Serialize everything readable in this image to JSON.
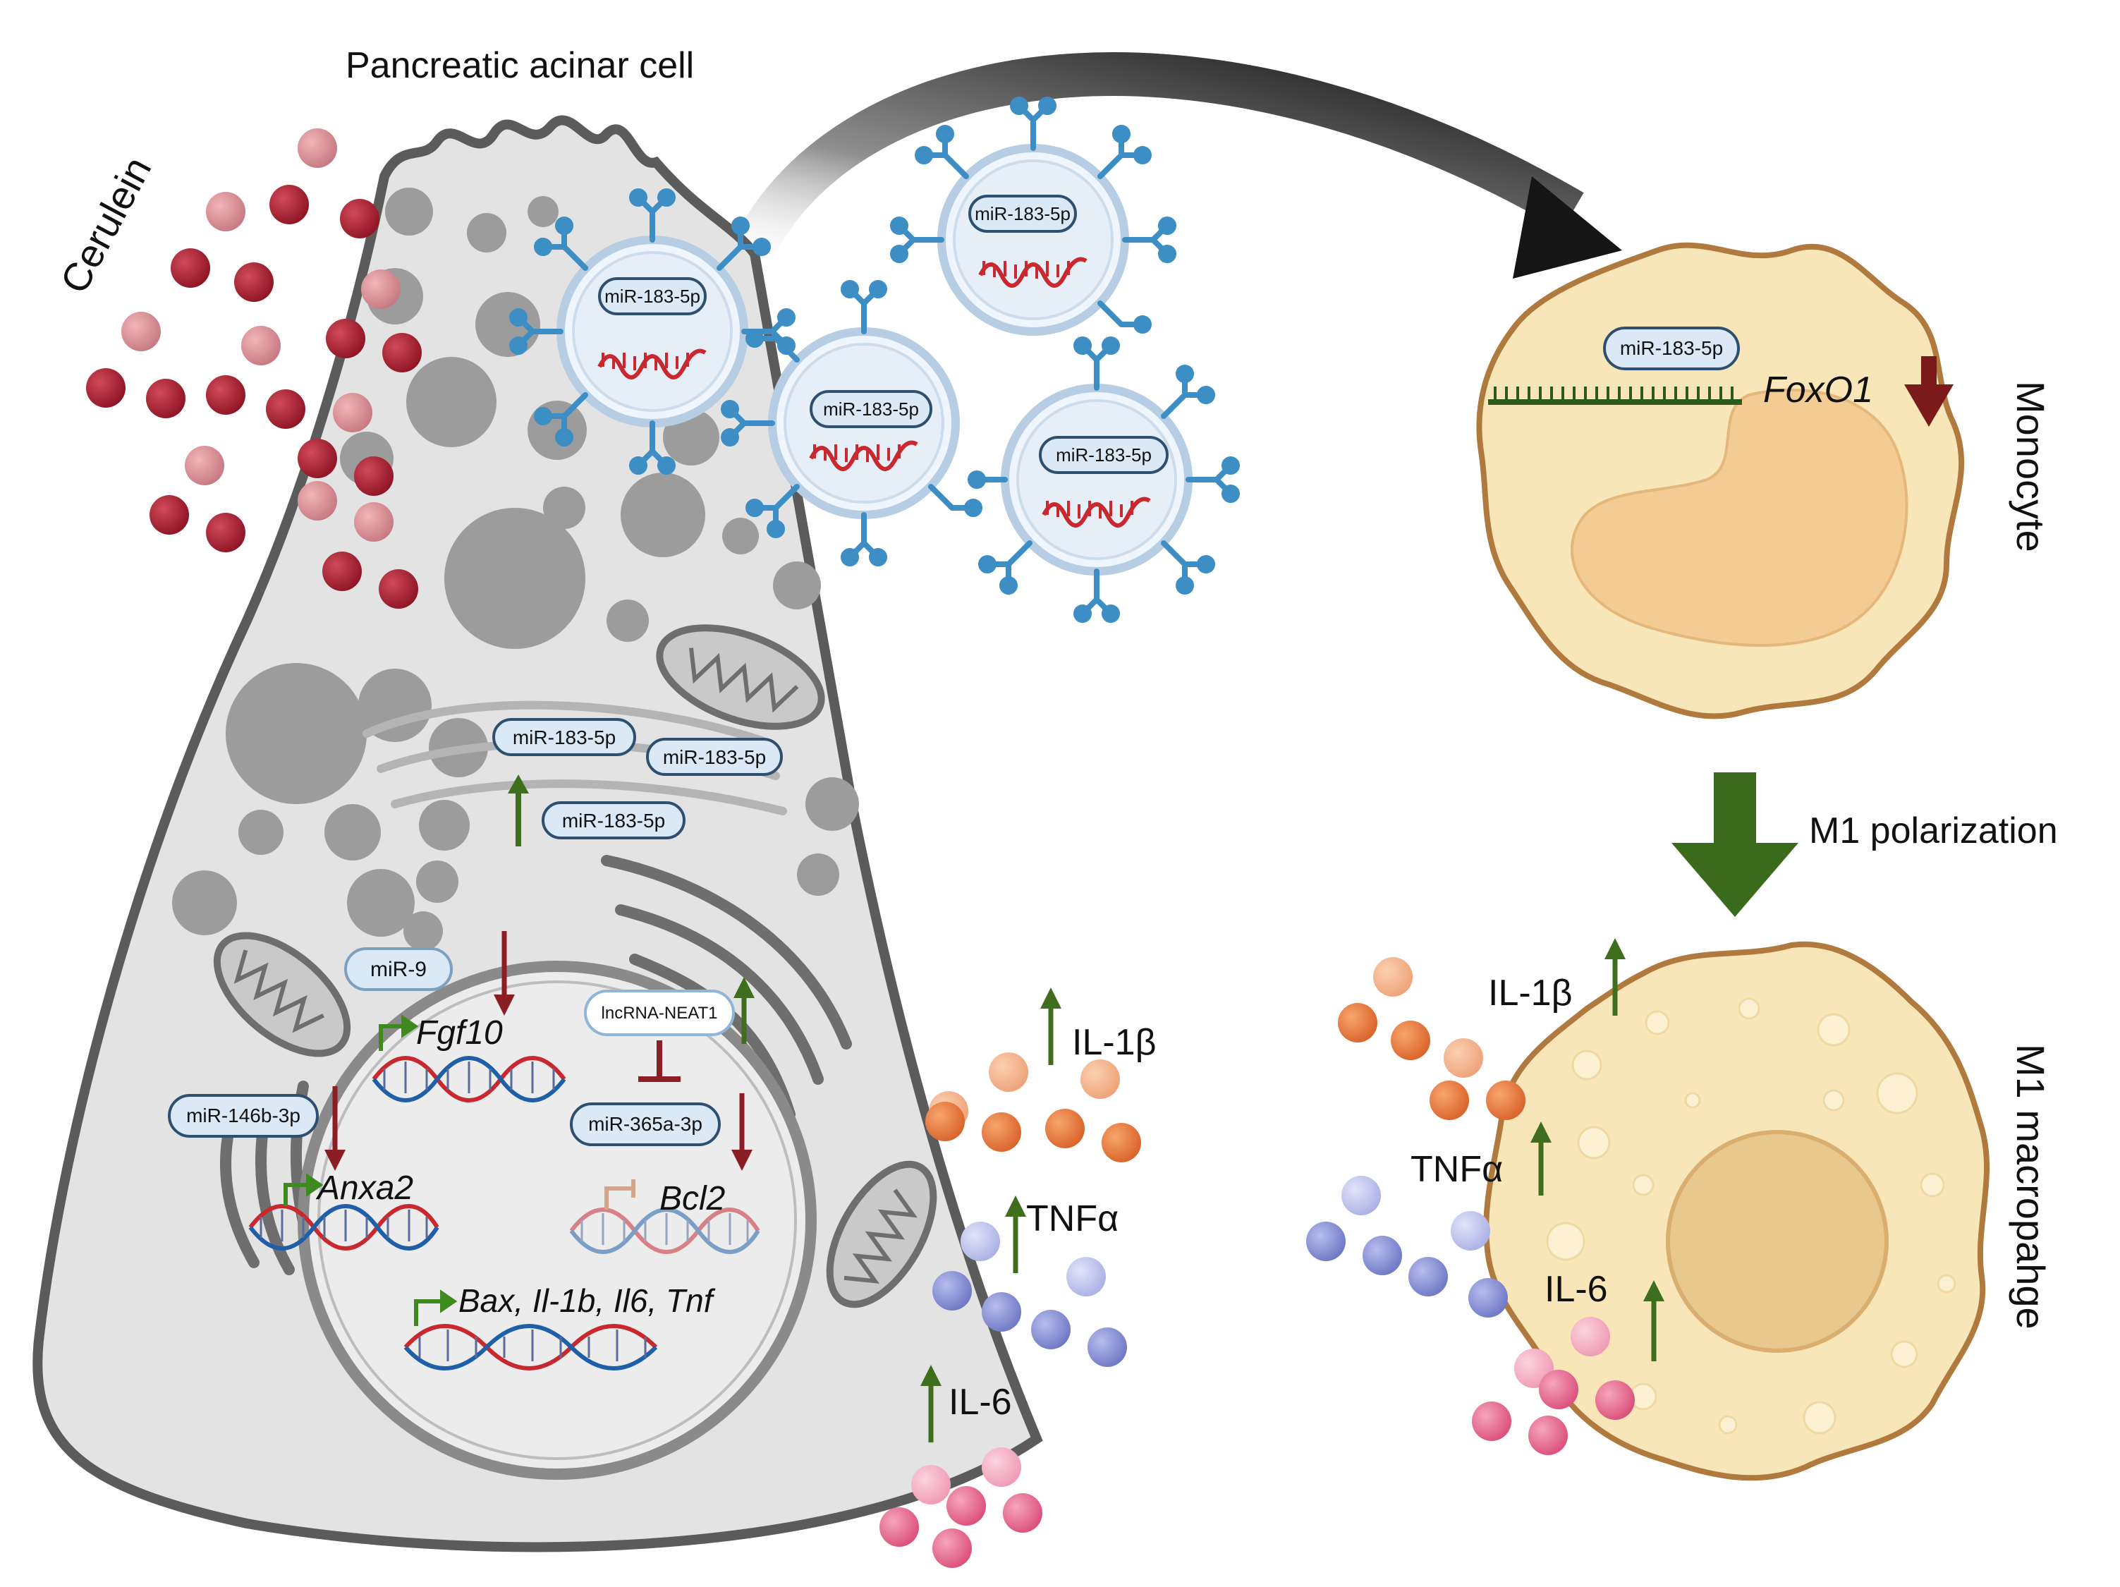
{
  "title": "Pancreatic acinar cell",
  "stimulus": "Cerulein",
  "colors": {
    "cerulein_dark": "#9b1b2a",
    "cerulein_light": "#d98a90",
    "il1b_orange": "#e8793a",
    "tnfa_blue": "#8e98d8",
    "il6_pink": "#e86a8f",
    "up_arrow": "#3f6e1f",
    "down_arrow": "#8b1e24",
    "pill_fill": "#dbe9f6",
    "pill_stroke": "#2e4f70",
    "cell_fill": "#e3e3e3",
    "cell_stroke": "#5b5b5b",
    "macrophage_fill": "#f8e6b8",
    "macrophage_stroke": "#b07a3f",
    "nucleus_fill": "#e9c88e",
    "big_arrow": "#222222",
    "m1_arrow": "#3a6a1c"
  },
  "exosomes": [
    {
      "label": "miR-183-5p"
    },
    {
      "label": "miR-183-5p"
    },
    {
      "label": "miR-183-5p"
    },
    {
      "label": "miR-183-5p"
    }
  ],
  "intracellular_mirna": [
    {
      "label": "miR-183-5p"
    },
    {
      "label": "miR-183-5p"
    },
    {
      "label": "miR-183-5p"
    }
  ],
  "nucleus": {
    "mir9": "miR-9",
    "fgf10": "Fgf10",
    "lncrna": "lncRNA-NEAT1",
    "mir365": "miR-365a-3p",
    "bcl2": "Bcl2",
    "mir146": "miR-146b-3p",
    "anxa2": "Anxa2",
    "genes": "Bax, Il-1b, Il6, Tnf"
  },
  "cytokines_acinar": {
    "il1b": "IL-1β",
    "tnfa": "TNFα",
    "il6": "IL-6"
  },
  "monocyte": {
    "label": "Monocyte",
    "mirna": "miR-183-5p",
    "target": "FoxO1"
  },
  "transition": "M1 polarization",
  "macrophage": {
    "label": "M1 macropahge",
    "il1b": "IL-1β",
    "tnfa": "TNFα",
    "il6": "IL-6"
  }
}
